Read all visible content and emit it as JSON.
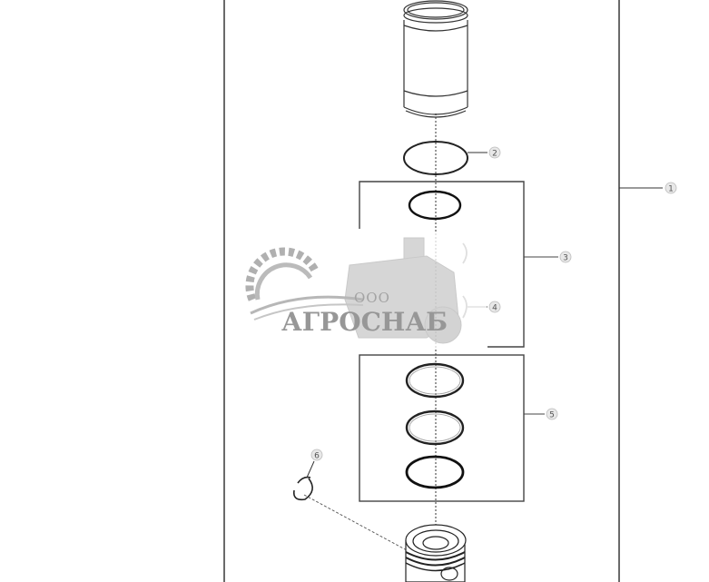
{
  "diagram": {
    "type": "exploded-parts-view",
    "subject": "cylinder liner and piston assembly",
    "callouts": [
      {
        "id": "1",
        "label": "1",
        "part": "cylinder liner kit (bracket group)"
      },
      {
        "id": "2",
        "label": "2",
        "part": "liner seal ring (upper)"
      },
      {
        "id": "3",
        "label": "3",
        "part": "seal ring kit (bracket group)"
      },
      {
        "id": "4",
        "label": "4",
        "part": "lower seal rings"
      },
      {
        "id": "5",
        "label": "5",
        "part": "piston ring set (bracket group)"
      },
      {
        "id": "6",
        "label": "6",
        "part": "piston pin retaining ring"
      }
    ],
    "components": [
      "cylinder-liner",
      "o-ring-upper",
      "o-ring-kit-ring",
      "lower-seal-arcs",
      "piston-ring-1",
      "piston-ring-2",
      "piston-ring-3",
      "snap-ring",
      "piston"
    ]
  },
  "watermark": {
    "prefix": "ООО",
    "name": "АГРОСНАБ",
    "color": "#8c8c8c"
  },
  "colors": {
    "line": "#333333",
    "frame": "#444444",
    "callout_circle": "#e6e6e6",
    "watermark": "#9a9a9a"
  }
}
